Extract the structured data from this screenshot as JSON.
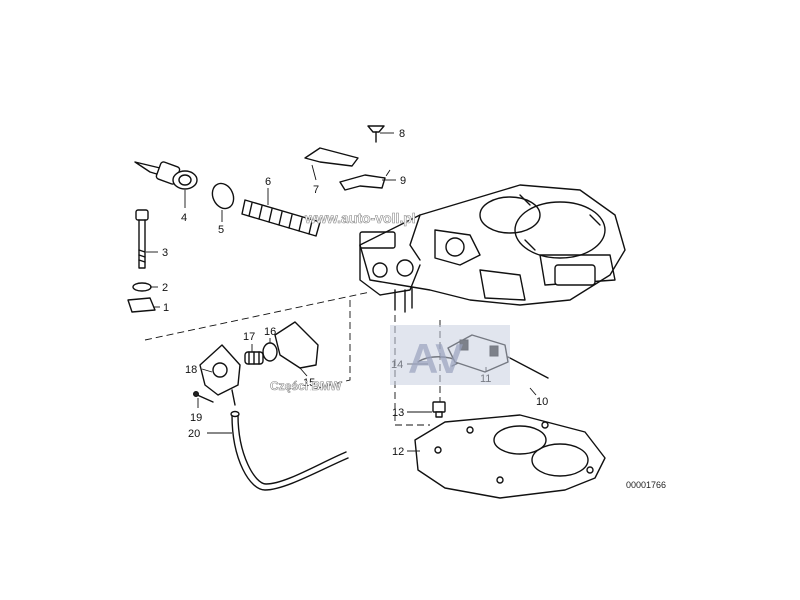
{
  "diagram": {
    "callouts": {
      "c1": "1",
      "c2": "2",
      "c3": "3",
      "c4": "4",
      "c5": "5",
      "c6": "6",
      "c7": "7",
      "c8": "8",
      "c9": "9",
      "c10": "10",
      "c11": "11",
      "c12": "12",
      "c13": "13",
      "c14": "14",
      "c15": "15",
      "c16": "16",
      "c17": "17",
      "c18": "18",
      "c19": "19",
      "c20": "20"
    },
    "document_number": "00001766",
    "watermarks": {
      "site": "www.auto-voll.pl",
      "logo": "AV",
      "brand": "Części BMW"
    }
  }
}
